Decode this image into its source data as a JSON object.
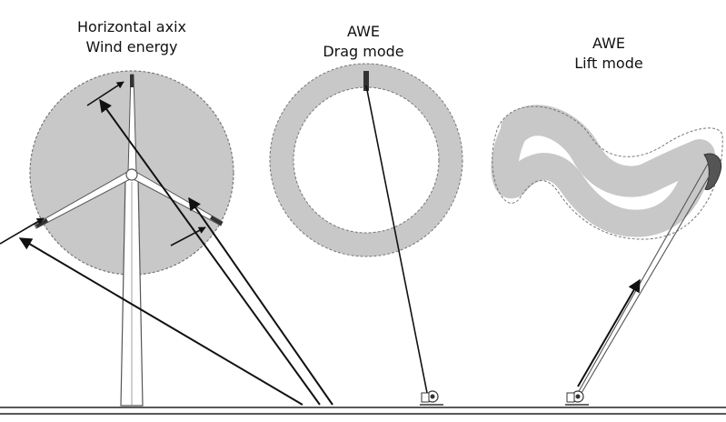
{
  "panels": [
    {
      "id": "haw",
      "title_line1": "Horizontal axix",
      "title_line2": "Wind energy"
    },
    {
      "id": "drag",
      "title_line1": "AWE",
      "title_line2": "Drag mode"
    },
    {
      "id": "lift",
      "title_line1": "AWE",
      "title_line2": "Lift mode"
    }
  ],
  "colors": {
    "swept_area": "#c8c8c8",
    "outline": "#777777",
    "arrow": "#111111",
    "ground": "#222222",
    "tower": "#ffffff"
  },
  "icons": [
    "wind-turbine-icon",
    "ground-station-icon",
    "kite-icon",
    "tether-icon"
  ]
}
